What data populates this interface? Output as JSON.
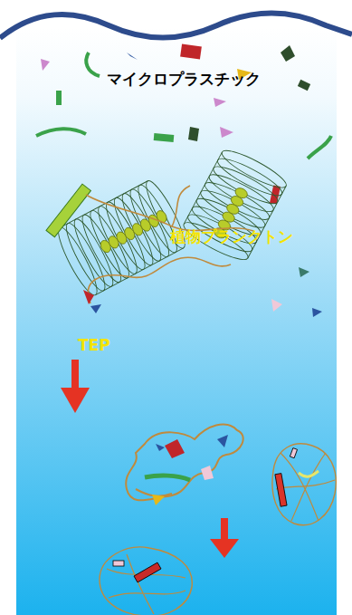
{
  "diagram": {
    "labels": [
      "マイクロプラスチック",
      "植物プランクトン",
      "TEP"
    ]
  }
}
